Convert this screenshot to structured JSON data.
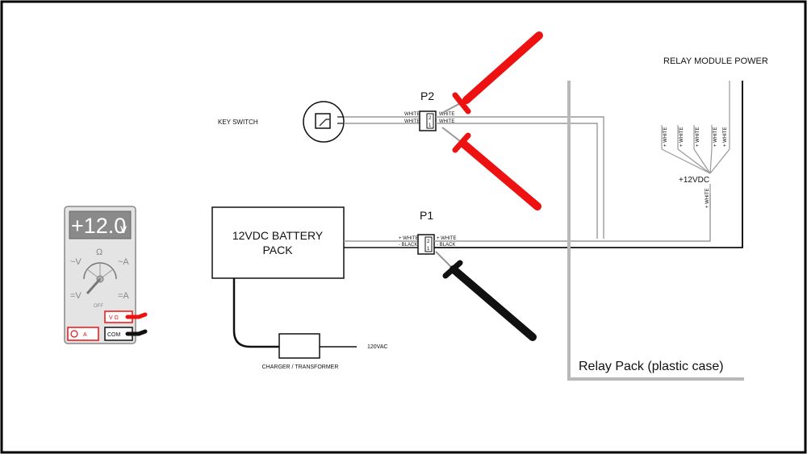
{
  "meter": {
    "display": "+12.0",
    "unit": "v",
    "dial_ohm": "Ω",
    "dial_ac_v": "~V",
    "dial_ac_a": "~A",
    "dial_dc_v": "=V",
    "dial_dc_a": "=A",
    "dial_off": "OFF",
    "jack_a": "A",
    "jack_vohm": "V Ω",
    "jack_com": "COM"
  },
  "labels": {
    "key_switch": "KEY SWITCH",
    "battery_line1": "12VDC BATTERY",
    "battery_line2": "PACK",
    "charger": "CHARGER / TRANSFORMER",
    "vac": "120VAC",
    "p1": "P1",
    "p2": "P2",
    "relay_module_power": "RELAY MODULE POWER",
    "relay_pack": "Relay Pack (plastic case)",
    "v12dc": "+12VDC"
  },
  "p2_wires": {
    "left_top": "WHITE",
    "left_bottom": "WHITE",
    "right_top": "WHITE",
    "right_bottom": "WHITE",
    "pin_top": "2",
    "pin_bottom": "1"
  },
  "p1_wires": {
    "left_top": "+ WHITE",
    "left_bottom": "- BLACK",
    "right_top": "+ WHITE",
    "right_bottom": "- BLACK",
    "pin_top": "2",
    "pin_bottom": "1"
  },
  "relay_wires": [
    "+ WHITE",
    "+ WHITE",
    "+ WHITE",
    "+ WHITE",
    "+ WHITE"
  ],
  "relay_feed_wire": "+ WHITE",
  "colors": {
    "probe_red": "#ee1111",
    "probe_black": "#111111",
    "case_gray": "#b8b8b8",
    "meter_body": "#e4e4e4",
    "display_bg": "#8a8a8a"
  }
}
